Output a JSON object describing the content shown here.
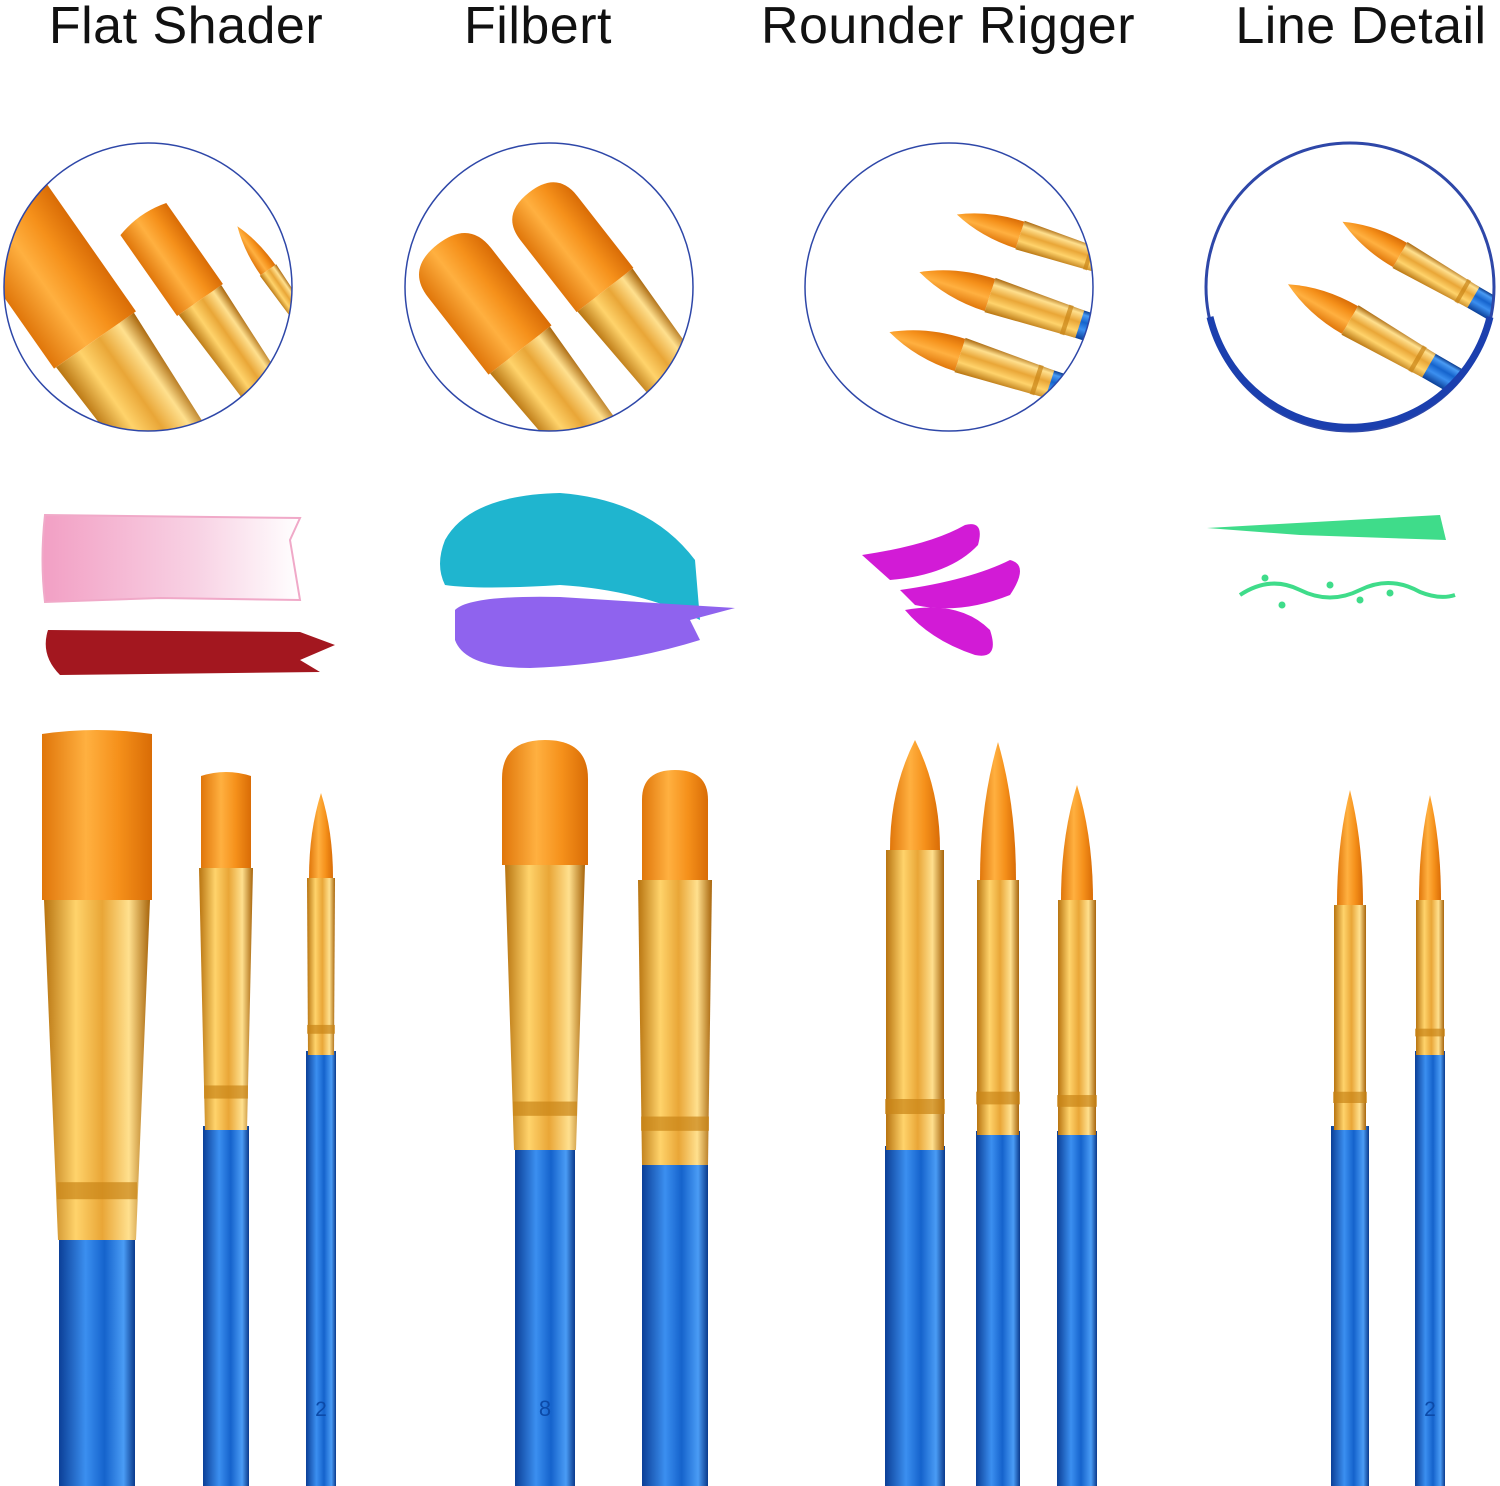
{
  "columns": [
    {
      "title": "Flat Shader",
      "brush_count": 3,
      "handle_labels": [
        "",
        "",
        "2"
      ],
      "paint_colors": [
        "#f4b8d2",
        "#a3171f"
      ]
    },
    {
      "title": "Filbert",
      "brush_count": 2,
      "handle_labels": [
        "8",
        ""
      ],
      "paint_colors": [
        "#1fb5cf",
        "#8f63ee"
      ]
    },
    {
      "title": "Rounder Rigger",
      "brush_count": 3,
      "handle_labels": [
        "",
        "",
        ""
      ],
      "paint_colors": [
        "#d21bd6"
      ]
    },
    {
      "title": "Line Detail",
      "brush_count": 2,
      "handle_labels": [
        "",
        "2"
      ],
      "paint_colors": [
        "#3fdc8a"
      ]
    }
  ],
  "colors": {
    "bristle": "#f59a1c",
    "ferrule": "#e2a83a",
    "handle": "#1560c8",
    "circle_outline": "#2e47a8",
    "title_text": "#111111"
  }
}
